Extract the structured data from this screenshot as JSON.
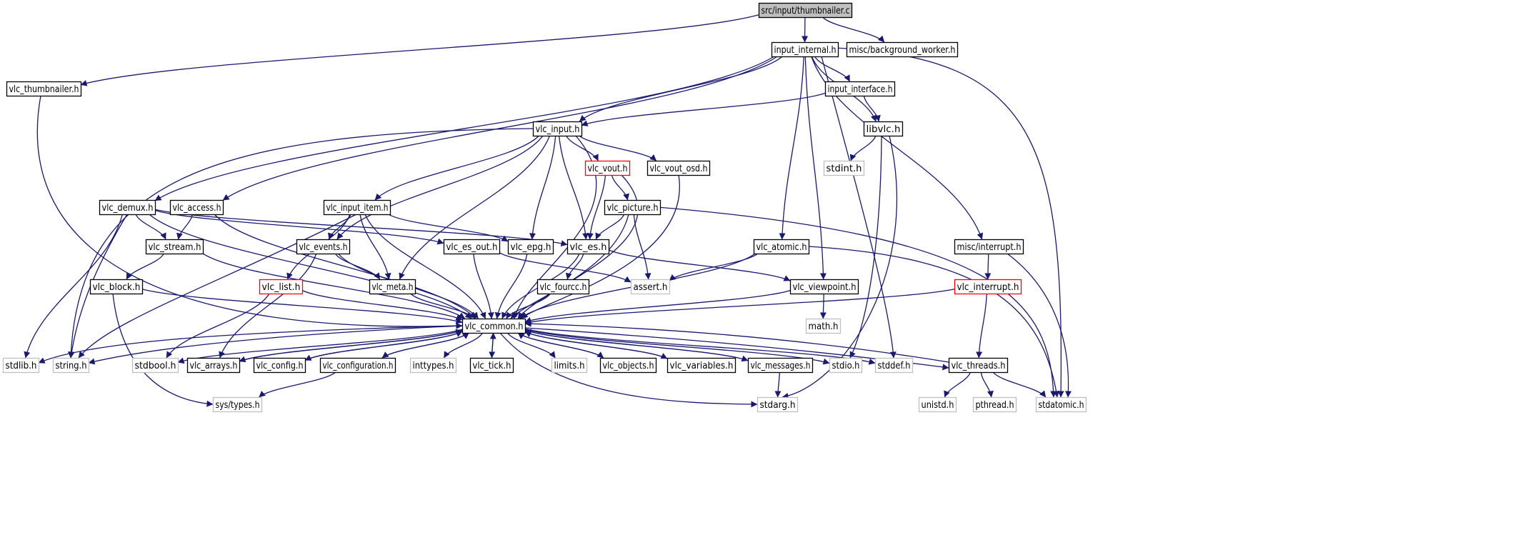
{
  "diagram": {
    "title": "Include dependency graph",
    "colors": {
      "edge": "#191970",
      "node_border": "#000000",
      "root_fill": "#bfbfbf",
      "missing_border": "#bfbfbf",
      "broken_border": "#ff0000"
    },
    "nodes": [
      {
        "id": "thumbnailer_c",
        "label": "src/input/thumbnailer.c",
        "kind": "root"
      },
      {
        "id": "input_internal",
        "label": "input_internal.h",
        "kind": "normal"
      },
      {
        "id": "background_worker",
        "label": "misc/background_worker.h",
        "kind": "normal"
      },
      {
        "id": "vlc_thumbnailer",
        "label": "vlc_thumbnailer.h",
        "kind": "normal"
      },
      {
        "id": "input_interface",
        "label": "input_interface.h",
        "kind": "normal"
      },
      {
        "id": "vlc_input",
        "label": "vlc_input.h",
        "kind": "normal"
      },
      {
        "id": "libvlc",
        "label": "libvlc.h",
        "kind": "normal"
      },
      {
        "id": "stdint",
        "label": "stdint.h",
        "kind": "missing"
      },
      {
        "id": "vlc_vout",
        "label": "vlc_vout.h",
        "kind": "broken"
      },
      {
        "id": "vlc_vout_osd",
        "label": "vlc_vout_osd.h",
        "kind": "normal"
      },
      {
        "id": "vlc_demux",
        "label": "vlc_demux.h",
        "kind": "normal"
      },
      {
        "id": "vlc_access",
        "label": "vlc_access.h",
        "kind": "normal"
      },
      {
        "id": "vlc_input_item",
        "label": "vlc_input_item.h",
        "kind": "normal"
      },
      {
        "id": "vlc_picture",
        "label": "vlc_picture.h",
        "kind": "normal"
      },
      {
        "id": "vlc_stream",
        "label": "vlc_stream.h",
        "kind": "normal"
      },
      {
        "id": "vlc_events",
        "label": "vlc_events.h",
        "kind": "normal"
      },
      {
        "id": "vlc_es_out",
        "label": "vlc_es_out.h",
        "kind": "normal"
      },
      {
        "id": "vlc_epg",
        "label": "vlc_epg.h",
        "kind": "normal"
      },
      {
        "id": "vlc_es",
        "label": "vlc_es.h",
        "kind": "normal"
      },
      {
        "id": "vlc_atomic",
        "label": "vlc_atomic.h",
        "kind": "normal"
      },
      {
        "id": "misc_interrupt",
        "label": "misc/interrupt.h",
        "kind": "normal"
      },
      {
        "id": "vlc_block",
        "label": "vlc_block.h",
        "kind": "normal"
      },
      {
        "id": "vlc_list",
        "label": "vlc_list.h",
        "kind": "broken"
      },
      {
        "id": "vlc_meta",
        "label": "vlc_meta.h",
        "kind": "normal"
      },
      {
        "id": "vlc_fourcc",
        "label": "vlc_fourcc.h",
        "kind": "normal"
      },
      {
        "id": "assert",
        "label": "assert.h",
        "kind": "missing"
      },
      {
        "id": "vlc_viewpoint",
        "label": "vlc_viewpoint.h",
        "kind": "normal"
      },
      {
        "id": "vlc_interrupt",
        "label": "vlc_interrupt.h",
        "kind": "broken"
      },
      {
        "id": "math",
        "label": "math.h",
        "kind": "missing"
      },
      {
        "id": "vlc_common",
        "label": "vlc_common.h",
        "kind": "normal"
      },
      {
        "id": "stdlib",
        "label": "stdlib.h",
        "kind": "missing"
      },
      {
        "id": "string",
        "label": "string.h",
        "kind": "missing"
      },
      {
        "id": "stdbool",
        "label": "stdbool.h",
        "kind": "missing"
      },
      {
        "id": "vlc_arrays",
        "label": "vlc_arrays.h",
        "kind": "normal"
      },
      {
        "id": "vlc_config",
        "label": "vlc_config.h",
        "kind": "normal"
      },
      {
        "id": "vlc_configuration",
        "label": "vlc_configuration.h",
        "kind": "normal"
      },
      {
        "id": "inttypes",
        "label": "inttypes.h",
        "kind": "missing"
      },
      {
        "id": "vlc_tick",
        "label": "vlc_tick.h",
        "kind": "normal"
      },
      {
        "id": "limits",
        "label": "limits.h",
        "kind": "missing"
      },
      {
        "id": "vlc_objects",
        "label": "vlc_objects.h",
        "kind": "normal"
      },
      {
        "id": "vlc_variables",
        "label": "vlc_variables.h",
        "kind": "normal"
      },
      {
        "id": "vlc_messages",
        "label": "vlc_messages.h",
        "kind": "normal"
      },
      {
        "id": "stdio",
        "label": "stdio.h",
        "kind": "missing"
      },
      {
        "id": "stddef",
        "label": "stddef.h",
        "kind": "missing"
      },
      {
        "id": "vlc_threads",
        "label": "vlc_threads.h",
        "kind": "normal"
      },
      {
        "id": "sys_types",
        "label": "sys/types.h",
        "kind": "missing"
      },
      {
        "id": "stdarg",
        "label": "stdarg.h",
        "kind": "missing"
      },
      {
        "id": "unistd",
        "label": "unistd.h",
        "kind": "missing"
      },
      {
        "id": "pthread",
        "label": "pthread.h",
        "kind": "missing"
      },
      {
        "id": "stdatomic",
        "label": "stdatomic.h",
        "kind": "missing"
      }
    ],
    "edges": [
      [
        "thumbnailer_c",
        "input_internal"
      ],
      [
        "thumbnailer_c",
        "background_worker"
      ],
      [
        "thumbnailer_c",
        "vlc_thumbnailer"
      ],
      [
        "vlc_thumbnailer",
        "vlc_common"
      ],
      [
        "input_internal",
        "vlc_input"
      ],
      [
        "input_internal",
        "input_interface"
      ],
      [
        "input_internal",
        "libvlc"
      ],
      [
        "input_internal",
        "vlc_demux"
      ],
      [
        "input_internal",
        "vlc_access"
      ],
      [
        "input_internal",
        "vlc_atomic"
      ],
      [
        "input_internal",
        "vlc_viewpoint"
      ],
      [
        "input_internal",
        "stddef"
      ],
      [
        "input_internal",
        "misc_interrupt"
      ],
      [
        "input_internal",
        "stdatomic"
      ],
      [
        "input_interface",
        "vlc_input"
      ],
      [
        "input_interface",
        "libvlc"
      ],
      [
        "libvlc",
        "stdint"
      ],
      [
        "libvlc",
        "stdio"
      ],
      [
        "libvlc",
        "stdarg"
      ],
      [
        "vlc_input",
        "string"
      ],
      [
        "vlc_input",
        "vlc_events"
      ],
      [
        "vlc_input",
        "vlc_input_item"
      ],
      [
        "vlc_input",
        "vlc_meta"
      ],
      [
        "vlc_input",
        "vlc_epg"
      ],
      [
        "vlc_input",
        "vlc_es"
      ],
      [
        "vlc_input",
        "vlc_vout"
      ],
      [
        "vlc_input",
        "vlc_vout_osd"
      ],
      [
        "vlc_input",
        "vlc_common"
      ],
      [
        "vlc_vout",
        "vlc_es"
      ],
      [
        "vlc_vout",
        "vlc_picture"
      ],
      [
        "vlc_vout",
        "vlc_common"
      ],
      [
        "vlc_vout_osd",
        "vlc_common"
      ],
      [
        "vlc_picture",
        "vlc_es"
      ],
      [
        "vlc_picture",
        "assert"
      ],
      [
        "vlc_picture",
        "vlc_common"
      ],
      [
        "vlc_picture",
        "stdatomic"
      ],
      [
        "vlc_demux",
        "vlc_stream"
      ],
      [
        "vlc_demux",
        "vlc_es_out"
      ],
      [
        "vlc_demux",
        "vlc_es"
      ],
      [
        "vlc_demux",
        "stdlib"
      ],
      [
        "vlc_demux",
        "string"
      ],
      [
        "vlc_demux",
        "vlc_common"
      ],
      [
        "vlc_access",
        "vlc_stream"
      ],
      [
        "vlc_access",
        "vlc_common"
      ],
      [
        "vlc_input_item",
        "vlc_events"
      ],
      [
        "vlc_input_item",
        "vlc_list"
      ],
      [
        "vlc_input_item",
        "vlc_meta"
      ],
      [
        "vlc_input_item",
        "vlc_epg"
      ],
      [
        "vlc_input_item",
        "string"
      ],
      [
        "vlc_input_item",
        "vlc_common"
      ],
      [
        "vlc_stream",
        "vlc_block"
      ],
      [
        "vlc_stream",
        "vlc_common"
      ],
      [
        "vlc_block",
        "sys_types"
      ],
      [
        "vlc_block",
        "vlc_common"
      ],
      [
        "vlc_events",
        "vlc_arrays"
      ],
      [
        "vlc_events",
        "vlc_meta"
      ],
      [
        "vlc_events",
        "vlc_common"
      ],
      [
        "vlc_es_out",
        "assert"
      ],
      [
        "vlc_es_out",
        "vlc_common"
      ],
      [
        "vlc_epg",
        "vlc_common"
      ],
      [
        "vlc_es",
        "vlc_fourcc"
      ],
      [
        "vlc_es",
        "vlc_viewpoint"
      ],
      [
        "vlc_es",
        "vlc_common"
      ],
      [
        "vlc_fourcc",
        "vlc_common"
      ],
      [
        "vlc_meta",
        "vlc_common"
      ],
      [
        "vlc_list",
        "stdbool"
      ],
      [
        "vlc_list",
        "vlc_common"
      ],
      [
        "vlc_atomic",
        "assert"
      ],
      [
        "vlc_atomic",
        "vlc_common"
      ],
      [
        "vlc_atomic",
        "stdatomic"
      ],
      [
        "vlc_viewpoint",
        "math"
      ],
      [
        "vlc_viewpoint",
        "vlc_common"
      ],
      [
        "misc_interrupt",
        "vlc_interrupt"
      ],
      [
        "misc_interrupt",
        "stdatomic"
      ],
      [
        "vlc_interrupt",
        "vlc_threads"
      ],
      [
        "vlc_interrupt",
        "vlc_common"
      ],
      [
        "vlc_common",
        "stdlib"
      ],
      [
        "vlc_common",
        "string"
      ],
      [
        "vlc_common",
        "stdbool"
      ],
      [
        "vlc_common",
        "vlc_arrays"
      ],
      [
        "vlc_common",
        "vlc_config"
      ],
      [
        "vlc_common",
        "vlc_configuration"
      ],
      [
        "vlc_common",
        "inttypes"
      ],
      [
        "vlc_common",
        "vlc_tick"
      ],
      [
        "vlc_common",
        "limits"
      ],
      [
        "vlc_common",
        "vlc_objects"
      ],
      [
        "vlc_common",
        "vlc_variables"
      ],
      [
        "vlc_common",
        "vlc_messages"
      ],
      [
        "vlc_common",
        "stdio"
      ],
      [
        "vlc_common",
        "stddef"
      ],
      [
        "vlc_common",
        "vlc_threads"
      ],
      [
        "vlc_common",
        "stdarg"
      ],
      [
        "vlc_arrays",
        "vlc_common"
      ],
      [
        "vlc_config",
        "vlc_common"
      ],
      [
        "vlc_configuration",
        "vlc_common"
      ],
      [
        "vlc_configuration",
        "sys_types"
      ],
      [
        "vlc_tick",
        "vlc_common"
      ],
      [
        "vlc_objects",
        "vlc_common"
      ],
      [
        "vlc_variables",
        "vlc_common"
      ],
      [
        "vlc_messages",
        "vlc_common"
      ],
      [
        "vlc_messages",
        "stdarg"
      ],
      [
        "vlc_threads",
        "vlc_common"
      ],
      [
        "vlc_threads",
        "unistd"
      ],
      [
        "vlc_threads",
        "pthread"
      ],
      [
        "vlc_threads",
        "stdatomic"
      ]
    ]
  }
}
